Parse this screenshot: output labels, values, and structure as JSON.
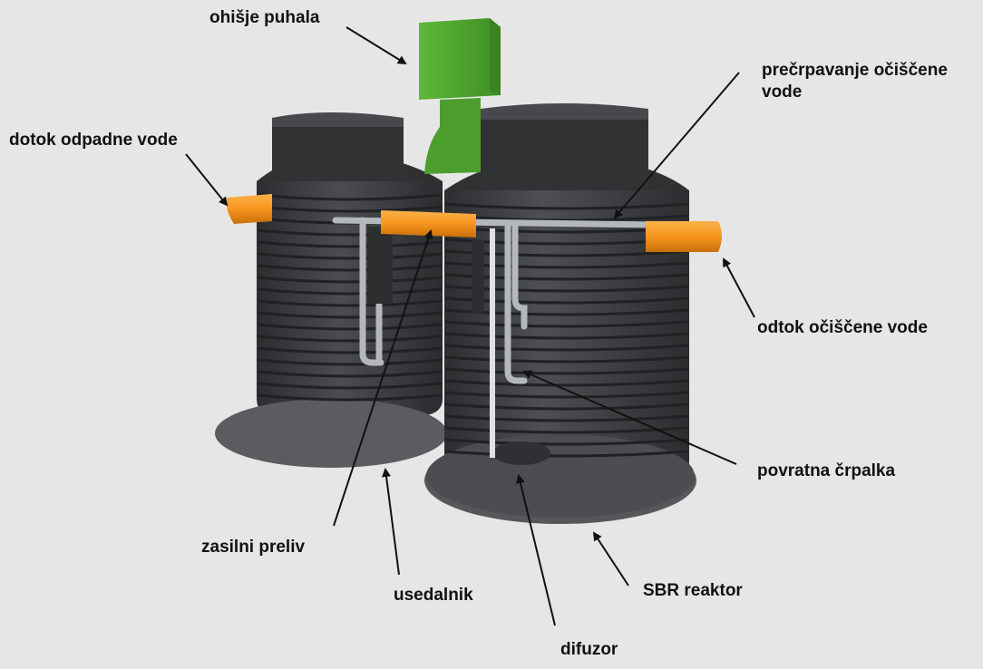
{
  "labels": {
    "blower_housing": "ohišje puhala",
    "clean_water_pumping": "prečrpavanje očiščene\nvode",
    "wastewater_inflow": "dotok odpadne vode",
    "clean_water_outflow": "odtok  očiščene vode",
    "return_pump": "povratna črpalka",
    "emergency_overflow": "zasilni preliv",
    "settling_tank": "usedalnik",
    "sbr_reactor": "SBR reaktor",
    "diffuser": "difuzor"
  },
  "colors": {
    "background": "#e6e6e6",
    "tank": "#3b3d3f",
    "tank_dark": "#2a2c2e",
    "pipe_orange": "#f7941d",
    "blower_green": "#4fa82e",
    "pipe_grey": "#b4b8bb",
    "arrow": "#111111"
  }
}
